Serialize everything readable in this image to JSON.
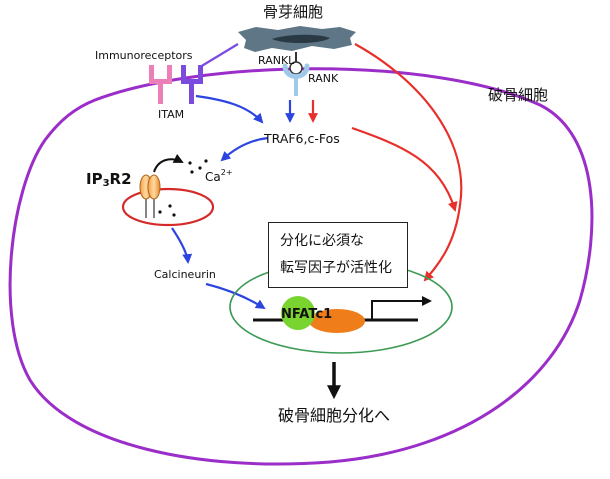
{
  "labels": {
    "osteoblast": "骨芽細胞",
    "rankl": "RANKL",
    "rank": "RANK",
    "immunoreceptors": "Immunoreceptors",
    "itam": "ITAM",
    "osteoclast": "破骨細胞",
    "traf6": "TRAF6,c-Fos",
    "ip3r2_main": "IP",
    "ip3r2_sub": "3",
    "ip3r2_tail": "R2",
    "ca_main": "Ca",
    "ca_sup": "2+",
    "calcineurin": "Calcineurin",
    "nfatc1": "NFATc1",
    "box_line1": "分化に必須な",
    "box_line2": "転写因子が活性化",
    "differentiation": "破骨細胞分化へ"
  },
  "colors": {
    "cell_membrane": "#9b2ec9",
    "red_arrow": "#e8302a",
    "blue_arrow": "#2c45e0",
    "nucleus": "#3c9a55",
    "er": "#d42a2a",
    "nfatc1_green": "#79d42f",
    "nfatc1_orange": "#ef7d1a",
    "osteoblast": "#5e7686"
  }
}
